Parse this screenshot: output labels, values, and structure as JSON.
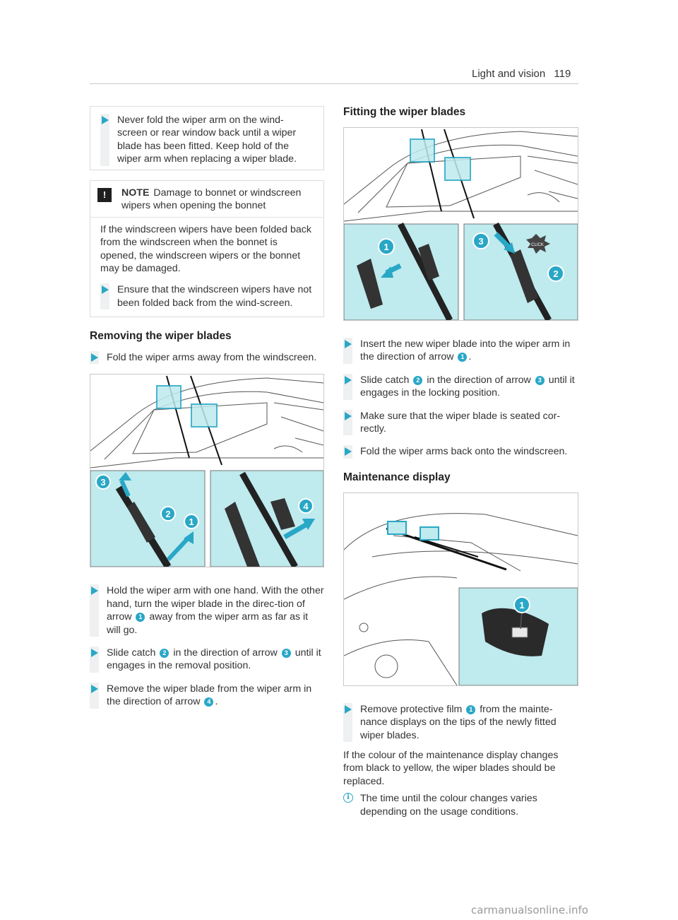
{
  "header": {
    "section": "Light and vision",
    "page": "119"
  },
  "left": {
    "warning_step": "Never fold the wiper arm on the wind-screen or rear window back until a wiper blade has been fitted. Keep hold of the wiper arm when replacing a wiper blade.",
    "note": {
      "label": "NOTE",
      "title": "Damage to bonnet or windscreen wipers when opening the bonnet",
      "body": "If the windscreen wipers have been folded back from the windscreen when the bonnet is opened, the windscreen wipers or the bonnet may be damaged.",
      "step": "Ensure that the windscreen wipers have not been folded back from the wind-screen."
    },
    "removing": {
      "heading": "Removing the wiper blades",
      "step0": "Fold the wiper arms away from the windscreen.",
      "step1a": "Hold the wiper arm with one hand. With the other hand, turn the wiper blade in the direc-tion of arrow",
      "step1n": "1",
      "step1b": "away from the wiper arm as far as it will go.",
      "step2a": "Slide catch",
      "step2n1": "2",
      "step2b": "in the direction of arrow",
      "step2n2": "3",
      "step2c": "until it engages in the removal position.",
      "step3a": "Remove the wiper blade from the wiper arm in the direction of arrow",
      "step3n": "4",
      "step3b": "."
    }
  },
  "right": {
    "fitting": {
      "heading": "Fitting the wiper blades",
      "step1a": "Insert the new wiper blade into the wiper arm in the direction of arrow",
      "step1n": "1",
      "step1b": ".",
      "step2a": "Slide catch",
      "step2n1": "2",
      "step2b": "in the direction of arrow",
      "step2n2": "3",
      "step2c": "until it engages in the locking position.",
      "step3": "Make sure that the wiper blade is seated cor-rectly.",
      "step4": "Fold the wiper arms back onto the windscreen."
    },
    "maintenance": {
      "heading": "Maintenance display",
      "step1a": "Remove protective film",
      "step1n": "1",
      "step1b": "from the mainte-nance displays on the tips of the newly fitted wiper blades.",
      "para": "If the colour of the maintenance display changes from black to yellow, the wiper blades should be replaced.",
      "info_icon": "i",
      "info": "The time until the colour changes varies depending on the usage conditions."
    }
  },
  "figure_labels": {
    "remove": [
      "3",
      "2",
      "1",
      "4"
    ],
    "fit": [
      "1",
      "3",
      "2"
    ],
    "fit_click": "CLICK",
    "maint": [
      "1"
    ]
  },
  "colors": {
    "accent": "#29a7c6",
    "panel": "#bfeaee"
  },
  "watermark": "carmanualsonline.info"
}
